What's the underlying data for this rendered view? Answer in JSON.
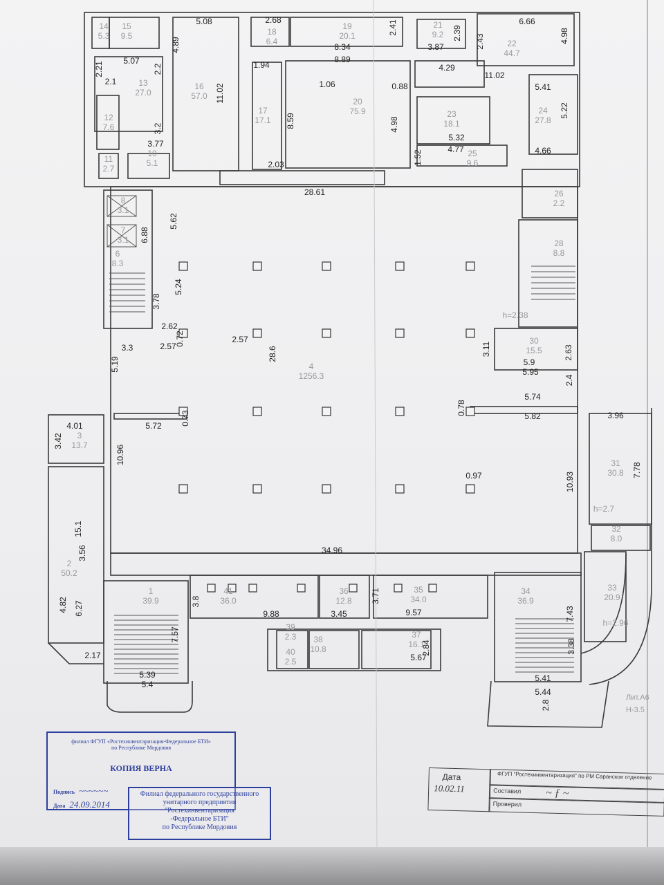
{
  "plan": {
    "rooms": [
      {
        "num": "1",
        "area": "39.9"
      },
      {
        "num": "2",
        "area": "50.2"
      },
      {
        "num": "3",
        "area": "13.7"
      },
      {
        "num": "4",
        "area": "1256.3"
      },
      {
        "num": "6",
        "area": "8.3"
      },
      {
        "num": "7",
        "area": "3.1"
      },
      {
        "num": "8",
        "area": "3.1"
      },
      {
        "num": "10",
        "area": "5.1"
      },
      {
        "num": "11",
        "area": "2.7"
      },
      {
        "num": "12",
        "area": "7.6"
      },
      {
        "num": "13",
        "area": "27.0"
      },
      {
        "num": "14",
        "area": "5.3"
      },
      {
        "num": "15",
        "area": "9.5"
      },
      {
        "num": "16",
        "area": "57.0"
      },
      {
        "num": "17",
        "area": "17.1"
      },
      {
        "num": "18",
        "area": "6.4"
      },
      {
        "num": "19",
        "area": "20.1"
      },
      {
        "num": "20",
        "area": "75.9"
      },
      {
        "num": "21",
        "area": "9.2"
      },
      {
        "num": "22",
        "area": "44.7"
      },
      {
        "num": "23",
        "area": "18.1"
      },
      {
        "num": "24",
        "area": "27.8"
      },
      {
        "num": "25",
        "area": "9.6"
      },
      {
        "num": "26",
        "area": "2.2"
      },
      {
        "num": "28",
        "area": "8.8"
      },
      {
        "num": "30",
        "area": "15.5"
      },
      {
        "num": "31",
        "area": "30.8"
      },
      {
        "num": "32",
        "area": "8.0"
      },
      {
        "num": "33",
        "area": "20.9"
      },
      {
        "num": "34",
        "area": "36.9"
      },
      {
        "num": "35",
        "area": "34.0"
      },
      {
        "num": "36",
        "area": "12.8"
      },
      {
        "num": "37",
        "area": "16.1"
      },
      {
        "num": "38",
        "area": "10.8"
      },
      {
        "num": "39",
        "area": "2.3"
      },
      {
        "num": "40",
        "area": "2.5"
      },
      {
        "num": "41",
        "area": "36.0"
      }
    ],
    "dimensions": [
      "5.08",
      "2.68",
      "8.34",
      "8.89",
      "6.66",
      "4.98",
      "4.29",
      "11.02",
      "5.41",
      "5.22",
      "4.66",
      "5.32",
      "4.77",
      "1.52",
      "28.61",
      "5.07",
      "2.21",
      "2.1",
      "2.2",
      "4.89",
      "11.02",
      "3.77",
      "3.2",
      "1.94",
      "8.59",
      "2.03",
      "1.06",
      "0.88",
      "4.98",
      "2.41",
      "2.39",
      "2.43",
      "3.87",
      "5.62",
      "6.88",
      "5.24",
      "3.78",
      "2.62",
      "2.57",
      "3.3",
      "5.19",
      "0.72",
      "2.57",
      "28.6",
      "0.73",
      "5.72",
      "4.01",
      "3.42",
      "10.96",
      "15.1",
      "3.56",
      "34.96",
      "4.82",
      "6.27",
      "2.17",
      "7.57",
      "3.8",
      "9.88",
      "3.45",
      "3.71",
      "9.57",
      "2.84",
      "5.67",
      "5.39",
      "5.4",
      "0.78",
      "5.74",
      "5.82",
      "3.96",
      "7.78",
      "10.93",
      "5.9",
      "5.95",
      "2.63",
      "2.4",
      "3.11",
      "7.43",
      "3.38",
      "5.41",
      "5.44",
      "2.8",
      "0.97"
    ],
    "heights": {
      "h1": "h=2.38",
      "h2": "h=2.7",
      "h3": "h=2.96"
    },
    "lit": "Лит.А6",
    "floor_height": "H-3.5"
  },
  "stamp_copy": {
    "org": "филиал ФГУП «Ростехинвентаризация-Федеральное БТИ»",
    "region": "по Республике Мордовия",
    "title": "КОПИЯ ВЕРНА",
    "sign_label": "Подпись",
    "date_label": "Дата",
    "date_value": "24.09.2014"
  },
  "stamp_branch": {
    "line1": "Филиал федерального государственного",
    "line2": "унитарного предприятия",
    "line3": "\"Ростехинвентаризация",
    "line4": "-Федеральное БТИ\"",
    "line5": "по Республике Мордовия"
  },
  "title_block": {
    "date_label": "Дата",
    "date_value": "10.02.11",
    "org": "ФГУП \"Ростехинвентаризация\" по РМ Саранское отделение",
    "compiled": "Составил",
    "checked": "Проверил"
  },
  "colors": {
    "stamp": "#2d3f9c",
    "ink": "#222222",
    "room_label": "#9a9a9d"
  }
}
